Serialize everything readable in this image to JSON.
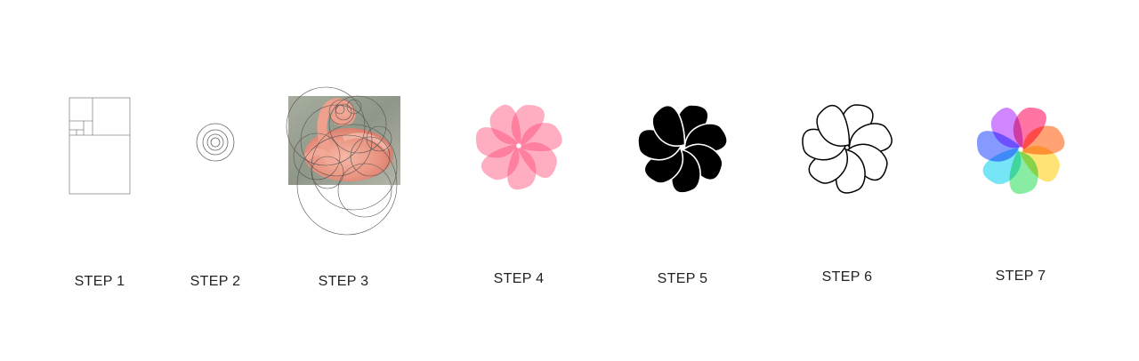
{
  "steps": [
    {
      "label": "STEP 1"
    },
    {
      "label": "STEP 2"
    },
    {
      "label": "STEP 3"
    },
    {
      "label": "STEP 4"
    },
    {
      "label": "STEP 5"
    },
    {
      "label": "STEP 6"
    },
    {
      "label": "STEP 7"
    }
  ],
  "colors": {
    "background": "#ffffff",
    "label_text": "#222222",
    "construction_line": "#888888",
    "step4_petal": "#ff3d6e",
    "step5_fill": "#000000",
    "step6_stroke": "#000000",
    "step3_photo_bg": "#9aa394",
    "step3_flamingo": "#ee9c8c",
    "step7_palette": [
      "#ff1f6b",
      "#ff6a1f",
      "#ffd21f",
      "#3fe06a",
      "#22d6f2",
      "#3b5bff",
      "#b23bff",
      "#ff3df0"
    ]
  }
}
